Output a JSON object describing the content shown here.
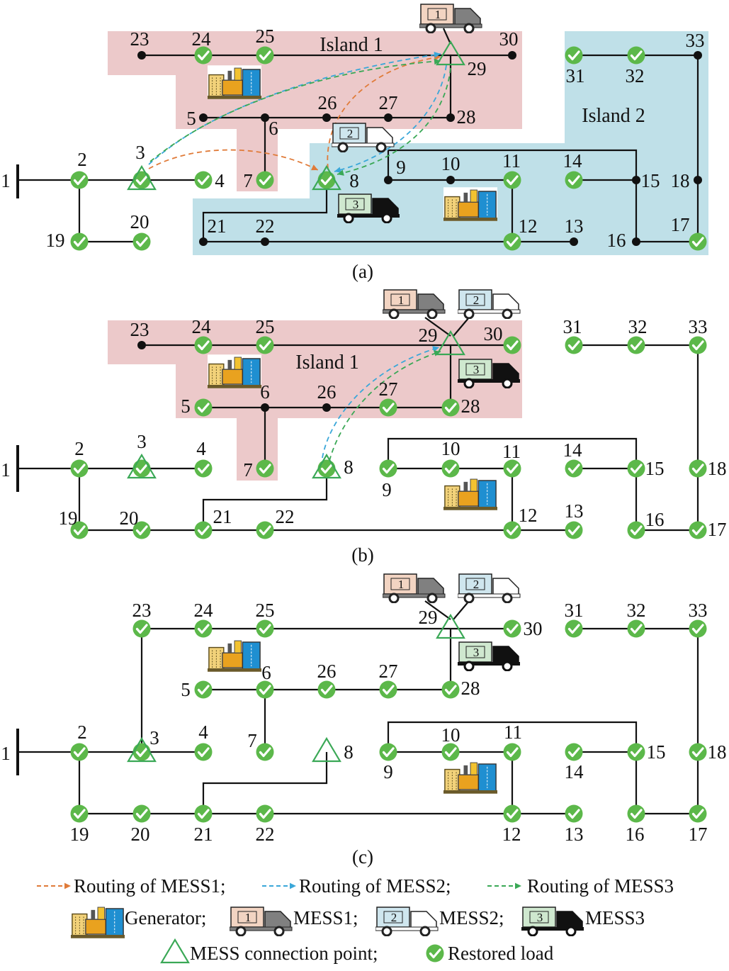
{
  "panels": {
    "a": {
      "label": "(a)",
      "island1": "Island 1",
      "island2": "Island 2"
    },
    "b": {
      "label": "(b)",
      "island1": "Island 1"
    },
    "c": {
      "label": "(c)"
    }
  },
  "node_labels": [
    "1",
    "2",
    "3",
    "4",
    "5",
    "6",
    "7",
    "8",
    "9",
    "10",
    "11",
    "12",
    "13",
    "14",
    "15",
    "16",
    "17",
    "18",
    "19",
    "20",
    "21",
    "22",
    "23",
    "24",
    "25",
    "26",
    "27",
    "28",
    "29",
    "30",
    "31",
    "32",
    "33"
  ],
  "mess": {
    "m1": "1",
    "m2": "2",
    "m3": "3"
  },
  "legend": {
    "route1": "Routing of MESS1;",
    "route2": "Routing of MESS2;",
    "route3": "Routing of MESS3",
    "generator": "Generator;",
    "mess1": "MESS1;",
    "mess2": "MESS2;",
    "mess3": "MESS3",
    "connection": "MESS connection point;",
    "restored": "Restored load"
  },
  "colors": {
    "island1": "#ecc9ca",
    "island2": "#bfe0e8",
    "restored": "#5cb84a",
    "mess1_route": "#e07b39",
    "mess2_route": "#3aa7d9",
    "mess3_route": "#3aa856",
    "mess1_cargo": "#f2d4c2",
    "mess2_cargo": "#cfe6ee",
    "mess3_cargo": "#cfe8cf"
  }
}
